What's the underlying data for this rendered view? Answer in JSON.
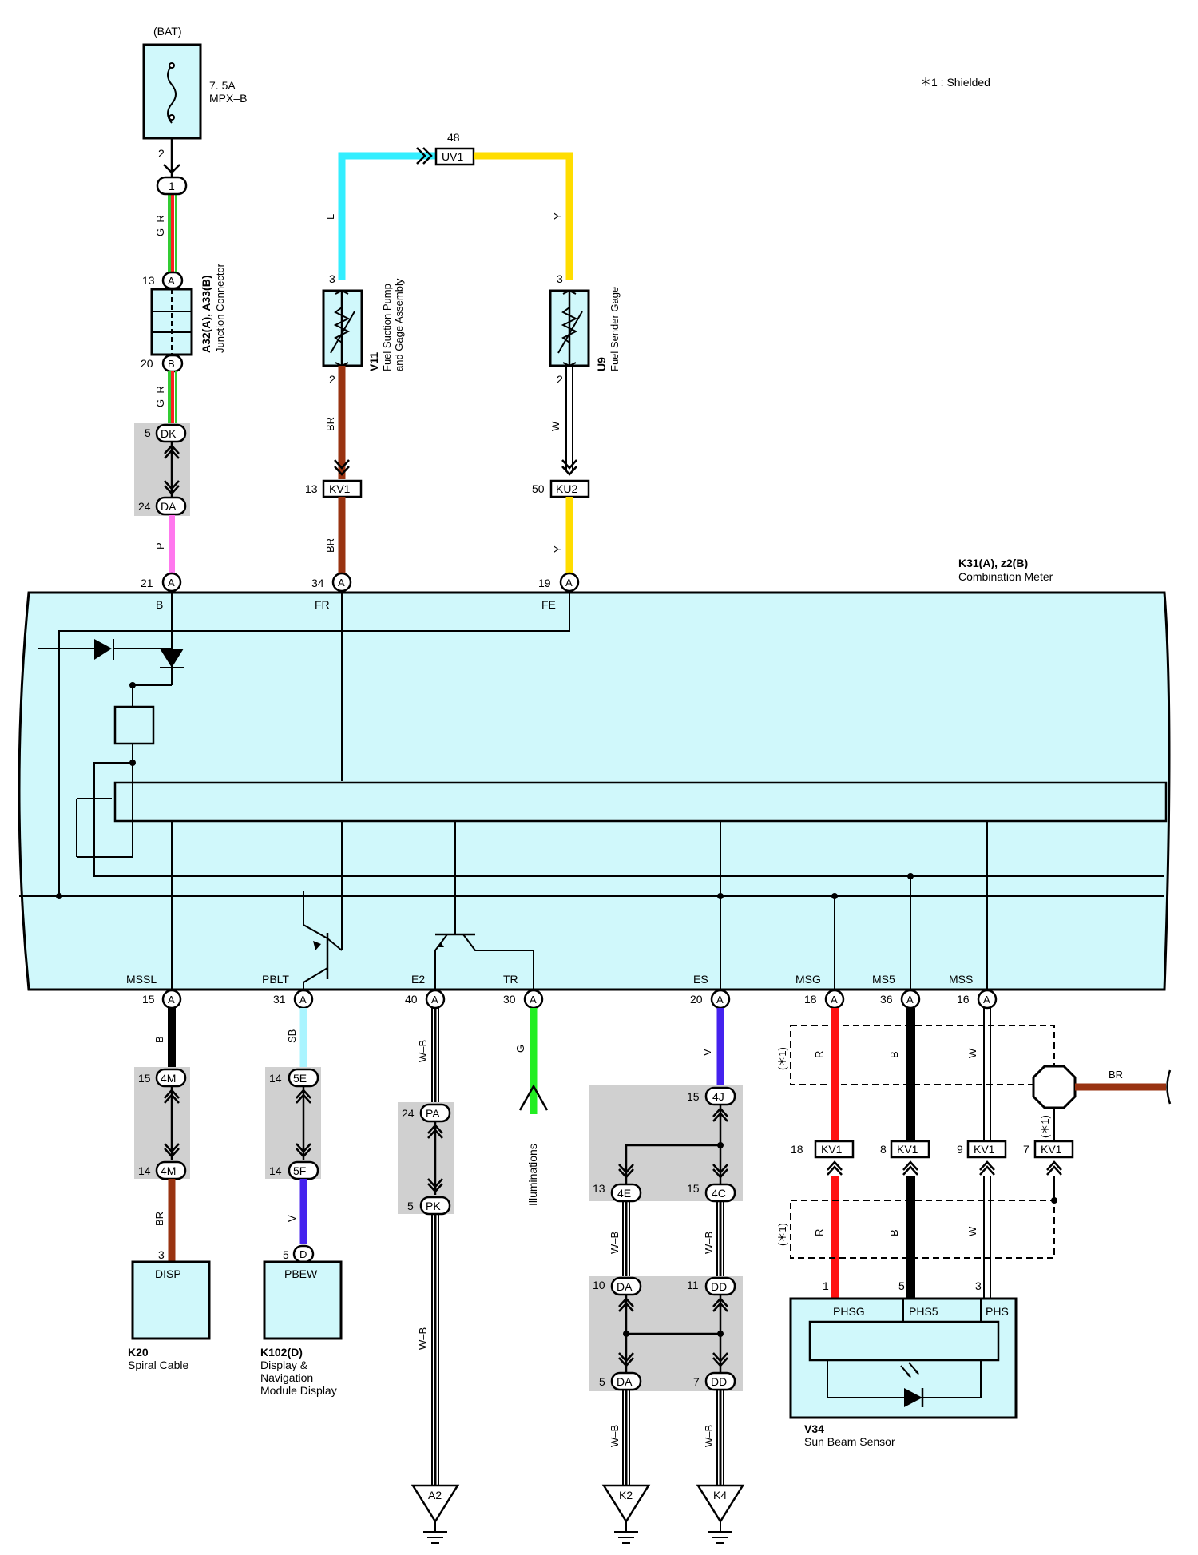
{
  "note": "＊1 : Shielded",
  "fuse": {
    "source": "(BAT)",
    "rating": "7. 5A",
    "name": "MPX–B",
    "pin": "2"
  },
  "junction": {
    "id": "A32(A), A33(B)",
    "name": "Junction Connector",
    "pin_top": "13",
    "pin_bottom": "20"
  },
  "connectors": {
    "one": "1",
    "A": "A",
    "B": "B",
    "D": "D"
  },
  "v11": {
    "id": "V11",
    "name1": "Fuel Suction Pump",
    "name2": "and Gage Assembly",
    "pin3": "3",
    "pin2": "2"
  },
  "u9": {
    "id": "U9",
    "name": "Fuel Sender Gage",
    "pin3": "3",
    "pin2": "2"
  },
  "uv1": {
    "pin": "48",
    "name": "UV1"
  },
  "meter": {
    "id": "K31(A), z2(B)",
    "name": "Combination Meter"
  },
  "wire_labels": {
    "gr": "G–R",
    "p": "P",
    "l": "L",
    "br": "BR",
    "y": "Y",
    "w": "W",
    "b": "B",
    "sb": "SB",
    "v": "V",
    "wb": "W–B",
    "g": "G",
    "r": "R"
  },
  "top_pins": [
    {
      "num": "21",
      "label": "B"
    },
    {
      "num": "34",
      "label": "FR"
    },
    {
      "num": "19",
      "label": "FE"
    }
  ],
  "bottom_pins": [
    {
      "num": "15",
      "label": "MSSL"
    },
    {
      "num": "31",
      "label": "PBLT"
    },
    {
      "num": "40",
      "label": "E2"
    },
    {
      "num": "30",
      "label": "TR"
    },
    {
      "num": "20",
      "label": "ES"
    },
    {
      "num": "18",
      "label": "MSG"
    },
    {
      "num": "36",
      "label": "MS5"
    },
    {
      "num": "16",
      "label": "MSS"
    }
  ],
  "inline": [
    {
      "pin": "13",
      "name": "KV1"
    },
    {
      "pin": "50",
      "name": "KU2"
    },
    {
      "pin": "18",
      "name": "KV1"
    },
    {
      "pin": "8",
      "name": "KV1"
    },
    {
      "pin": "9",
      "name": "KV1"
    },
    {
      "pin": "7",
      "name": "KV1"
    }
  ],
  "junction_pairs": [
    {
      "p1": "5",
      "n1": "DK",
      "p2": "24",
      "n2": "DA"
    },
    {
      "p1": "15",
      "n1": "4M",
      "p2": "14",
      "n2": "4M"
    },
    {
      "p1": "14",
      "n1": "5E",
      "p2": "14",
      "n2": "5F"
    },
    {
      "p1": "24",
      "n1": "PA",
      "p2": "5",
      "n2": "PK"
    }
  ],
  "ground_block": [
    {
      "pin": "15",
      "name": "4J"
    },
    {
      "pin": "13",
      "name": "4E"
    },
    {
      "pin": "15",
      "name": "4C"
    },
    {
      "pin": "10",
      "name": "DA"
    },
    {
      "pin": "11",
      "name": "DD"
    },
    {
      "pin": "5",
      "name": "DA"
    },
    {
      "pin": "7",
      "name": "DD"
    }
  ],
  "k20": {
    "id": "K20",
    "name": "Spiral Cable",
    "box": "DISP",
    "pin": "3"
  },
  "k102": {
    "id": "K102(D)",
    "name1": "Display &",
    "name2": "Navigation",
    "name3": "Module Display",
    "box": "PBEW",
    "pin": "5"
  },
  "v34": {
    "id": "V34",
    "name": "Sun Beam Sensor",
    "t1": "PHSG",
    "t2": "PHS5",
    "t3": "PHS",
    "p1": "1",
    "p2": "5",
    "p3": "3"
  },
  "shield": {
    "mark": "(＊1)"
  },
  "illum": "Illuminations",
  "grounds": [
    "A2",
    "K2",
    "K4"
  ],
  "colors": {
    "box": "#d0f8fb",
    "gr_green": "#33cc33",
    "gr_red": "#ff2222",
    "pink": "#ff77ee",
    "cyan": "#33eeff",
    "brown": "#993311",
    "yellow": "#ffdd00",
    "sky": "#aaf4ff",
    "violet": "#4422ee",
    "green": "#22ee22",
    "red": "#ff1111"
  }
}
